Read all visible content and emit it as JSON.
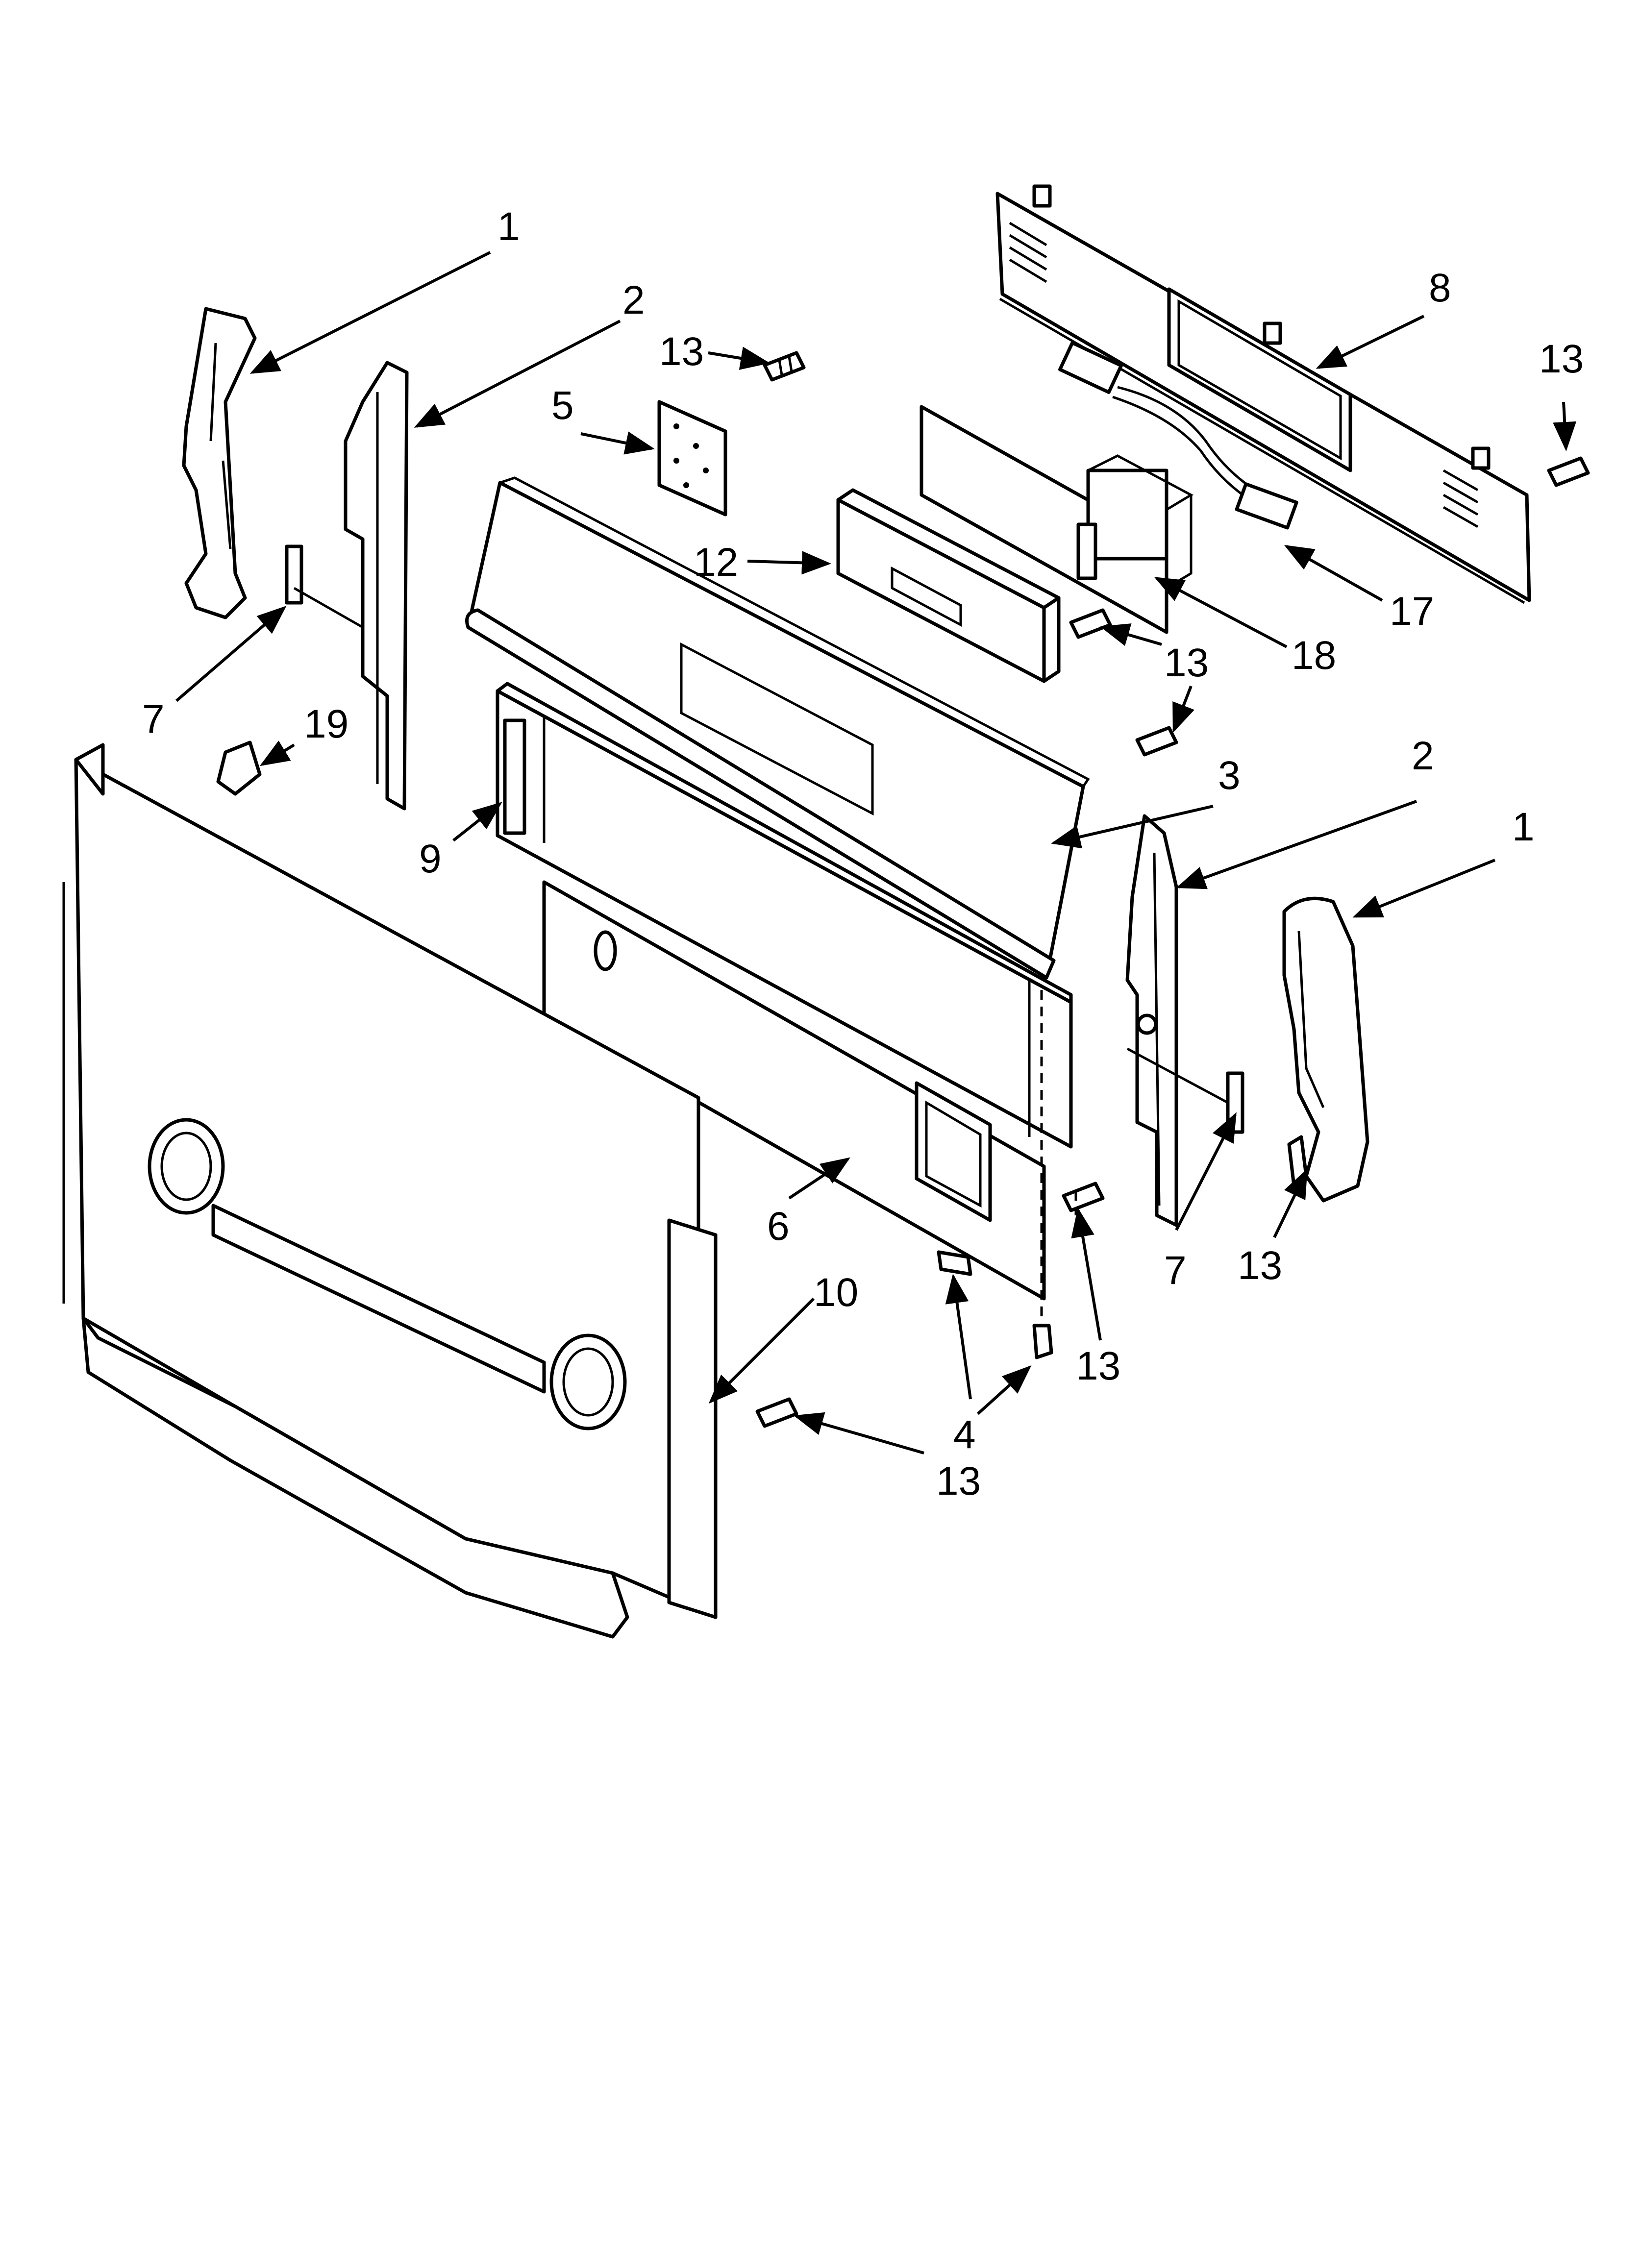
{
  "diagram": {
    "colors": {
      "line": "#000000",
      "background": "#ffffff"
    },
    "callouts": [
      {
        "id": "c1a",
        "label": "1"
      },
      {
        "id": "c2a",
        "label": "2"
      },
      {
        "id": "c13a",
        "label": "13"
      },
      {
        "id": "c5",
        "label": "5"
      },
      {
        "id": "c8",
        "label": "8"
      },
      {
        "id": "c13b",
        "label": "13"
      },
      {
        "id": "c12",
        "label": "12"
      },
      {
        "id": "c17",
        "label": "17"
      },
      {
        "id": "c18",
        "label": "18"
      },
      {
        "id": "c7a",
        "label": "7"
      },
      {
        "id": "c13c",
        "label": "13"
      },
      {
        "id": "c19",
        "label": "19"
      },
      {
        "id": "c3",
        "label": "3"
      },
      {
        "id": "c2b",
        "label": "2"
      },
      {
        "id": "c1b",
        "label": "1"
      },
      {
        "id": "c9",
        "label": "9"
      },
      {
        "id": "c6",
        "label": "6"
      },
      {
        "id": "c13d",
        "label": "13"
      },
      {
        "id": "c7b",
        "label": "7"
      },
      {
        "id": "c10",
        "label": "10"
      },
      {
        "id": "c13e",
        "label": "13"
      },
      {
        "id": "c4",
        "label": "4"
      },
      {
        "id": "c13f",
        "label": "13"
      }
    ]
  }
}
